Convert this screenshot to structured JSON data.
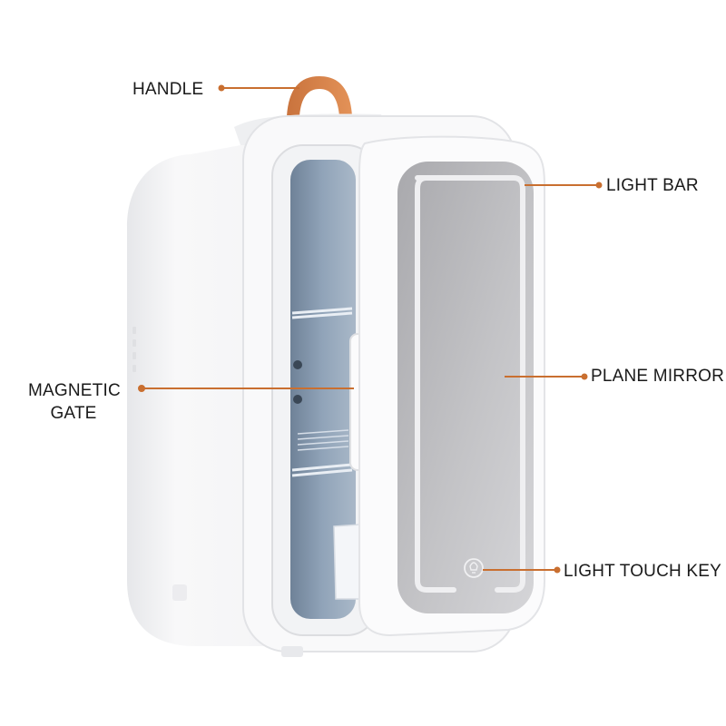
{
  "colors": {
    "background": "#ffffff",
    "body_white": "#f7f7f8",
    "body_shadow": "#e3e4e7",
    "interior_blue": "#8c9fb5",
    "interior_dark": "#6f8298",
    "mirror_gray": "#b9b9bc",
    "mirror_light": "#d6d6d8",
    "handle_orange": "#d9844d",
    "callout_line": "#c96f30",
    "label_text": "#1a1a1a"
  },
  "labels": {
    "handle": "HANDLE",
    "light_bar": "LIGHT BAR",
    "magnetic_gate_line1": "MAGNETIC",
    "magnetic_gate_line2": "GATE",
    "plane_mirror": "PLANE MIRROR",
    "light_touch_key": "LIGHT TOUCH KEY"
  },
  "icons": {
    "touch_key": "lightbulb-icon"
  }
}
